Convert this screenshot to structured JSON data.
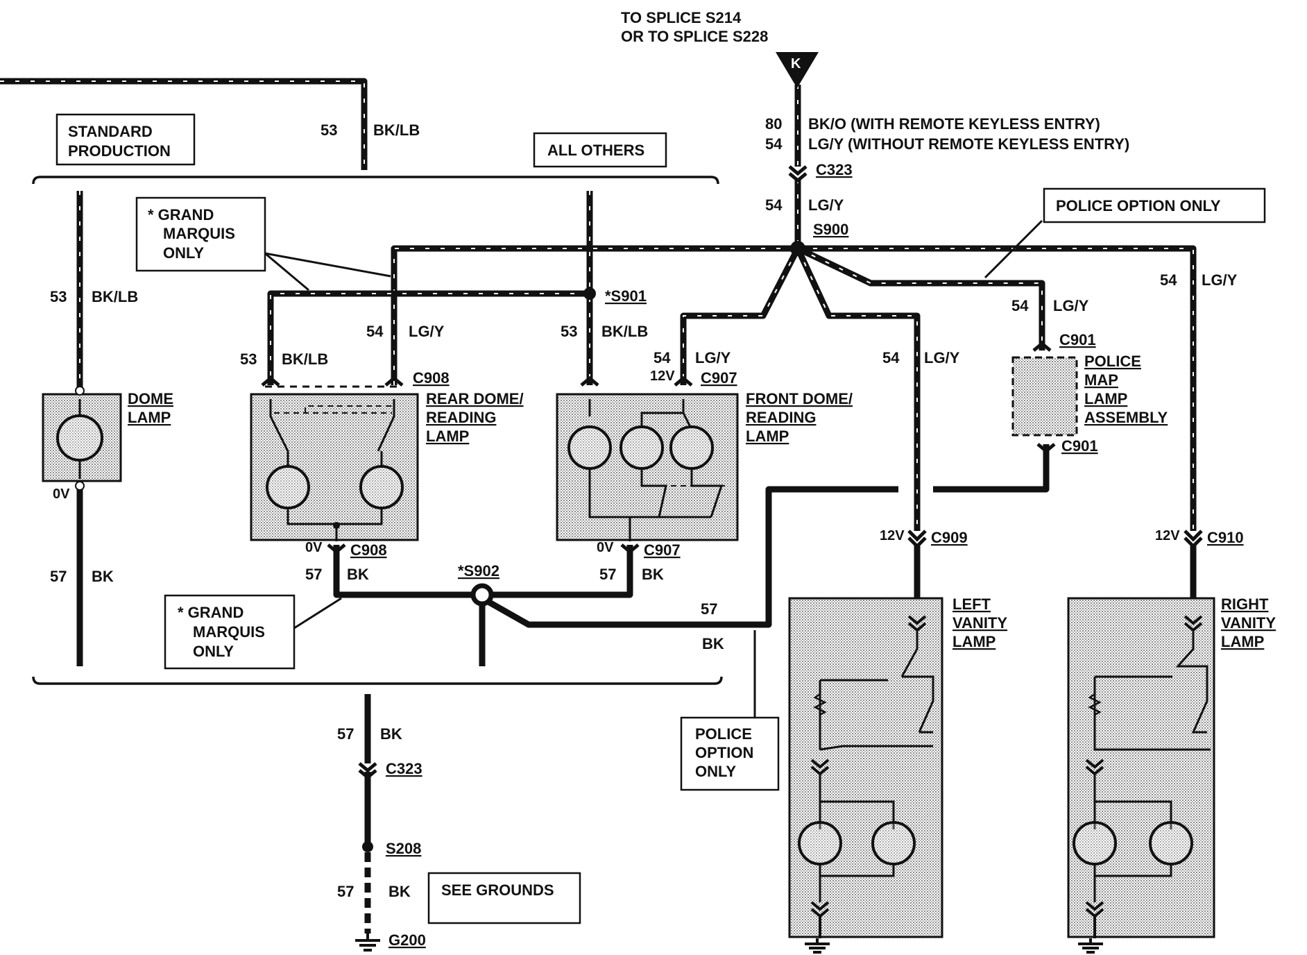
{
  "header": {
    "splice_line1": "TO SPLICE S214",
    "splice_line2": "OR TO SPLICE S228",
    "connector_k": "K"
  },
  "feed": {
    "circuit_80": "80",
    "desc_80": "BK/O (WITH REMOTE KEYLESS ENTRY)",
    "circuit_54": "54",
    "desc_54": "LG/Y (WITHOUT REMOTE KEYLESS ENTRY)",
    "connector_c323": "C323",
    "circuit_54b": "54",
    "color_lgy": "LG/Y",
    "splice_s900": "S900"
  },
  "boxes": {
    "standard_line1": "STANDARD",
    "standard_line2": "PRODUCTION",
    "all_others": "ALL OTHERS",
    "gm1_line1": "* GRAND",
    "gm1_line2": "MARQUIS",
    "gm1_line3": "ONLY",
    "police_top": "POLICE OPTION ONLY",
    "gm2_line1": "* GRAND",
    "gm2_line2": "MARQUIS",
    "gm2_line3": "ONLY",
    "police_bottom_line1": "POLICE",
    "police_bottom_line2": "OPTION",
    "police_bottom_line3": "ONLY",
    "see_grounds": "SEE GROUNDS"
  },
  "wires": {
    "w53_top": "53",
    "w53_top_color": "BK/LB",
    "w53_left": "53",
    "w53_left_color": "BK/LB",
    "w57_left": "57",
    "w57_left_color": "BK",
    "w53_rear": "53",
    "w53_rear_color": "BK/LB",
    "w54_rear": "54",
    "w54_rear_color": "LG/Y",
    "w53_mid": "53",
    "w53_mid_color": "BK/LB",
    "w54_front": "54",
    "w54_front_color": "LG/Y",
    "w54_left_vanity": "54",
    "w54_left_vanity_color": "LG/Y",
    "w54_police": "54",
    "w54_police_color": "LG/Y",
    "w54_right": "54",
    "w54_right_color": "LG/Y",
    "w57_rear": "57",
    "w57_rear_color": "BK",
    "w57_front": "57",
    "w57_front_color": "BK",
    "w57_police": "57",
    "w57_police_color": "BK",
    "w57_ground": "57",
    "w57_ground_color": "BK",
    "w57_ground2": "57",
    "w57_ground2_color": "BK"
  },
  "connectors": {
    "s901": "*S901",
    "c908_top": "C908",
    "c907_top": "C907",
    "c908_bottom": "C908",
    "c907_bottom": "C907",
    "s902": "*S902",
    "c901_top": "C901",
    "c901_bottom": "C901",
    "c909": "C909",
    "c910": "C910",
    "c323_bottom": "C323",
    "s208": "S208",
    "g200": "G200"
  },
  "voltages": {
    "dome_0v": "0V",
    "front_12v": "12V",
    "rear_0v": "0V",
    "front_0v": "0V",
    "left_vanity_12v": "12V",
    "right_vanity_12v": "12V"
  },
  "components": {
    "dome_line1": "DOME",
    "dome_line2": "LAMP",
    "rear_line1": "REAR DOME/",
    "rear_line2": "READING",
    "rear_line3": "LAMP",
    "front_line1": "FRONT DOME/",
    "front_line2": "READING",
    "front_line3": "LAMP",
    "police_map_line1": "POLICE",
    "police_map_line2": "MAP",
    "police_map_line3": "LAMP",
    "police_map_line4": "ASSEMBLY",
    "left_vanity_line1": "LEFT",
    "left_vanity_line2": "VANITY",
    "left_vanity_line3": "LAMP",
    "right_vanity_line1": "RIGHT",
    "right_vanity_line2": "VANITY",
    "right_vanity_line3": "LAMP"
  },
  "colors": {
    "ink": "#111111",
    "paper": "#ffffff",
    "stipple": "#9a9a9a"
  }
}
